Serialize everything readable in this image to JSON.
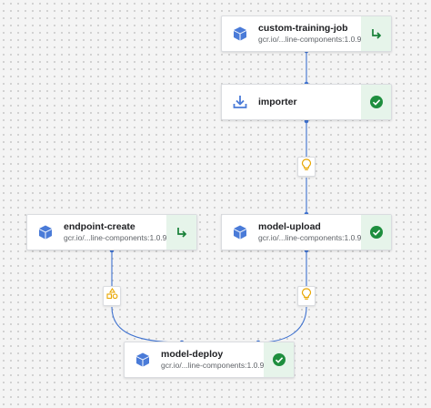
{
  "nodes": {
    "custom_training_job": {
      "title": "custom-training-job",
      "subtitle": "gcr.io/...line-components:1.0.9",
      "status": "cached"
    },
    "importer": {
      "title": "importer",
      "status": "succeeded"
    },
    "endpoint_create": {
      "title": "endpoint-create",
      "subtitle": "gcr.io/...line-components:1.0.9",
      "status": "cached"
    },
    "model_upload": {
      "title": "model-upload",
      "subtitle": "gcr.io/...line-components:1.0.9",
      "status": "succeeded"
    },
    "model_deploy": {
      "title": "model-deploy",
      "subtitle": "gcr.io/...line-components:1.0.9",
      "status": "succeeded"
    }
  },
  "artifacts": [
    {
      "type": "model",
      "icon": "lightbulb-icon"
    },
    {
      "type": "endpoint",
      "icon": "shapes-icon"
    },
    {
      "type": "model",
      "icon": "lightbulb-icon"
    }
  ],
  "colors": {
    "component_icon": "#4a7bd8",
    "cached": "#188038",
    "succeeded_bg": "#1e8e3e",
    "status_bg": "#e6f4ea",
    "artifact_icon": "#e8a600",
    "edge": "#3f72cf"
  }
}
